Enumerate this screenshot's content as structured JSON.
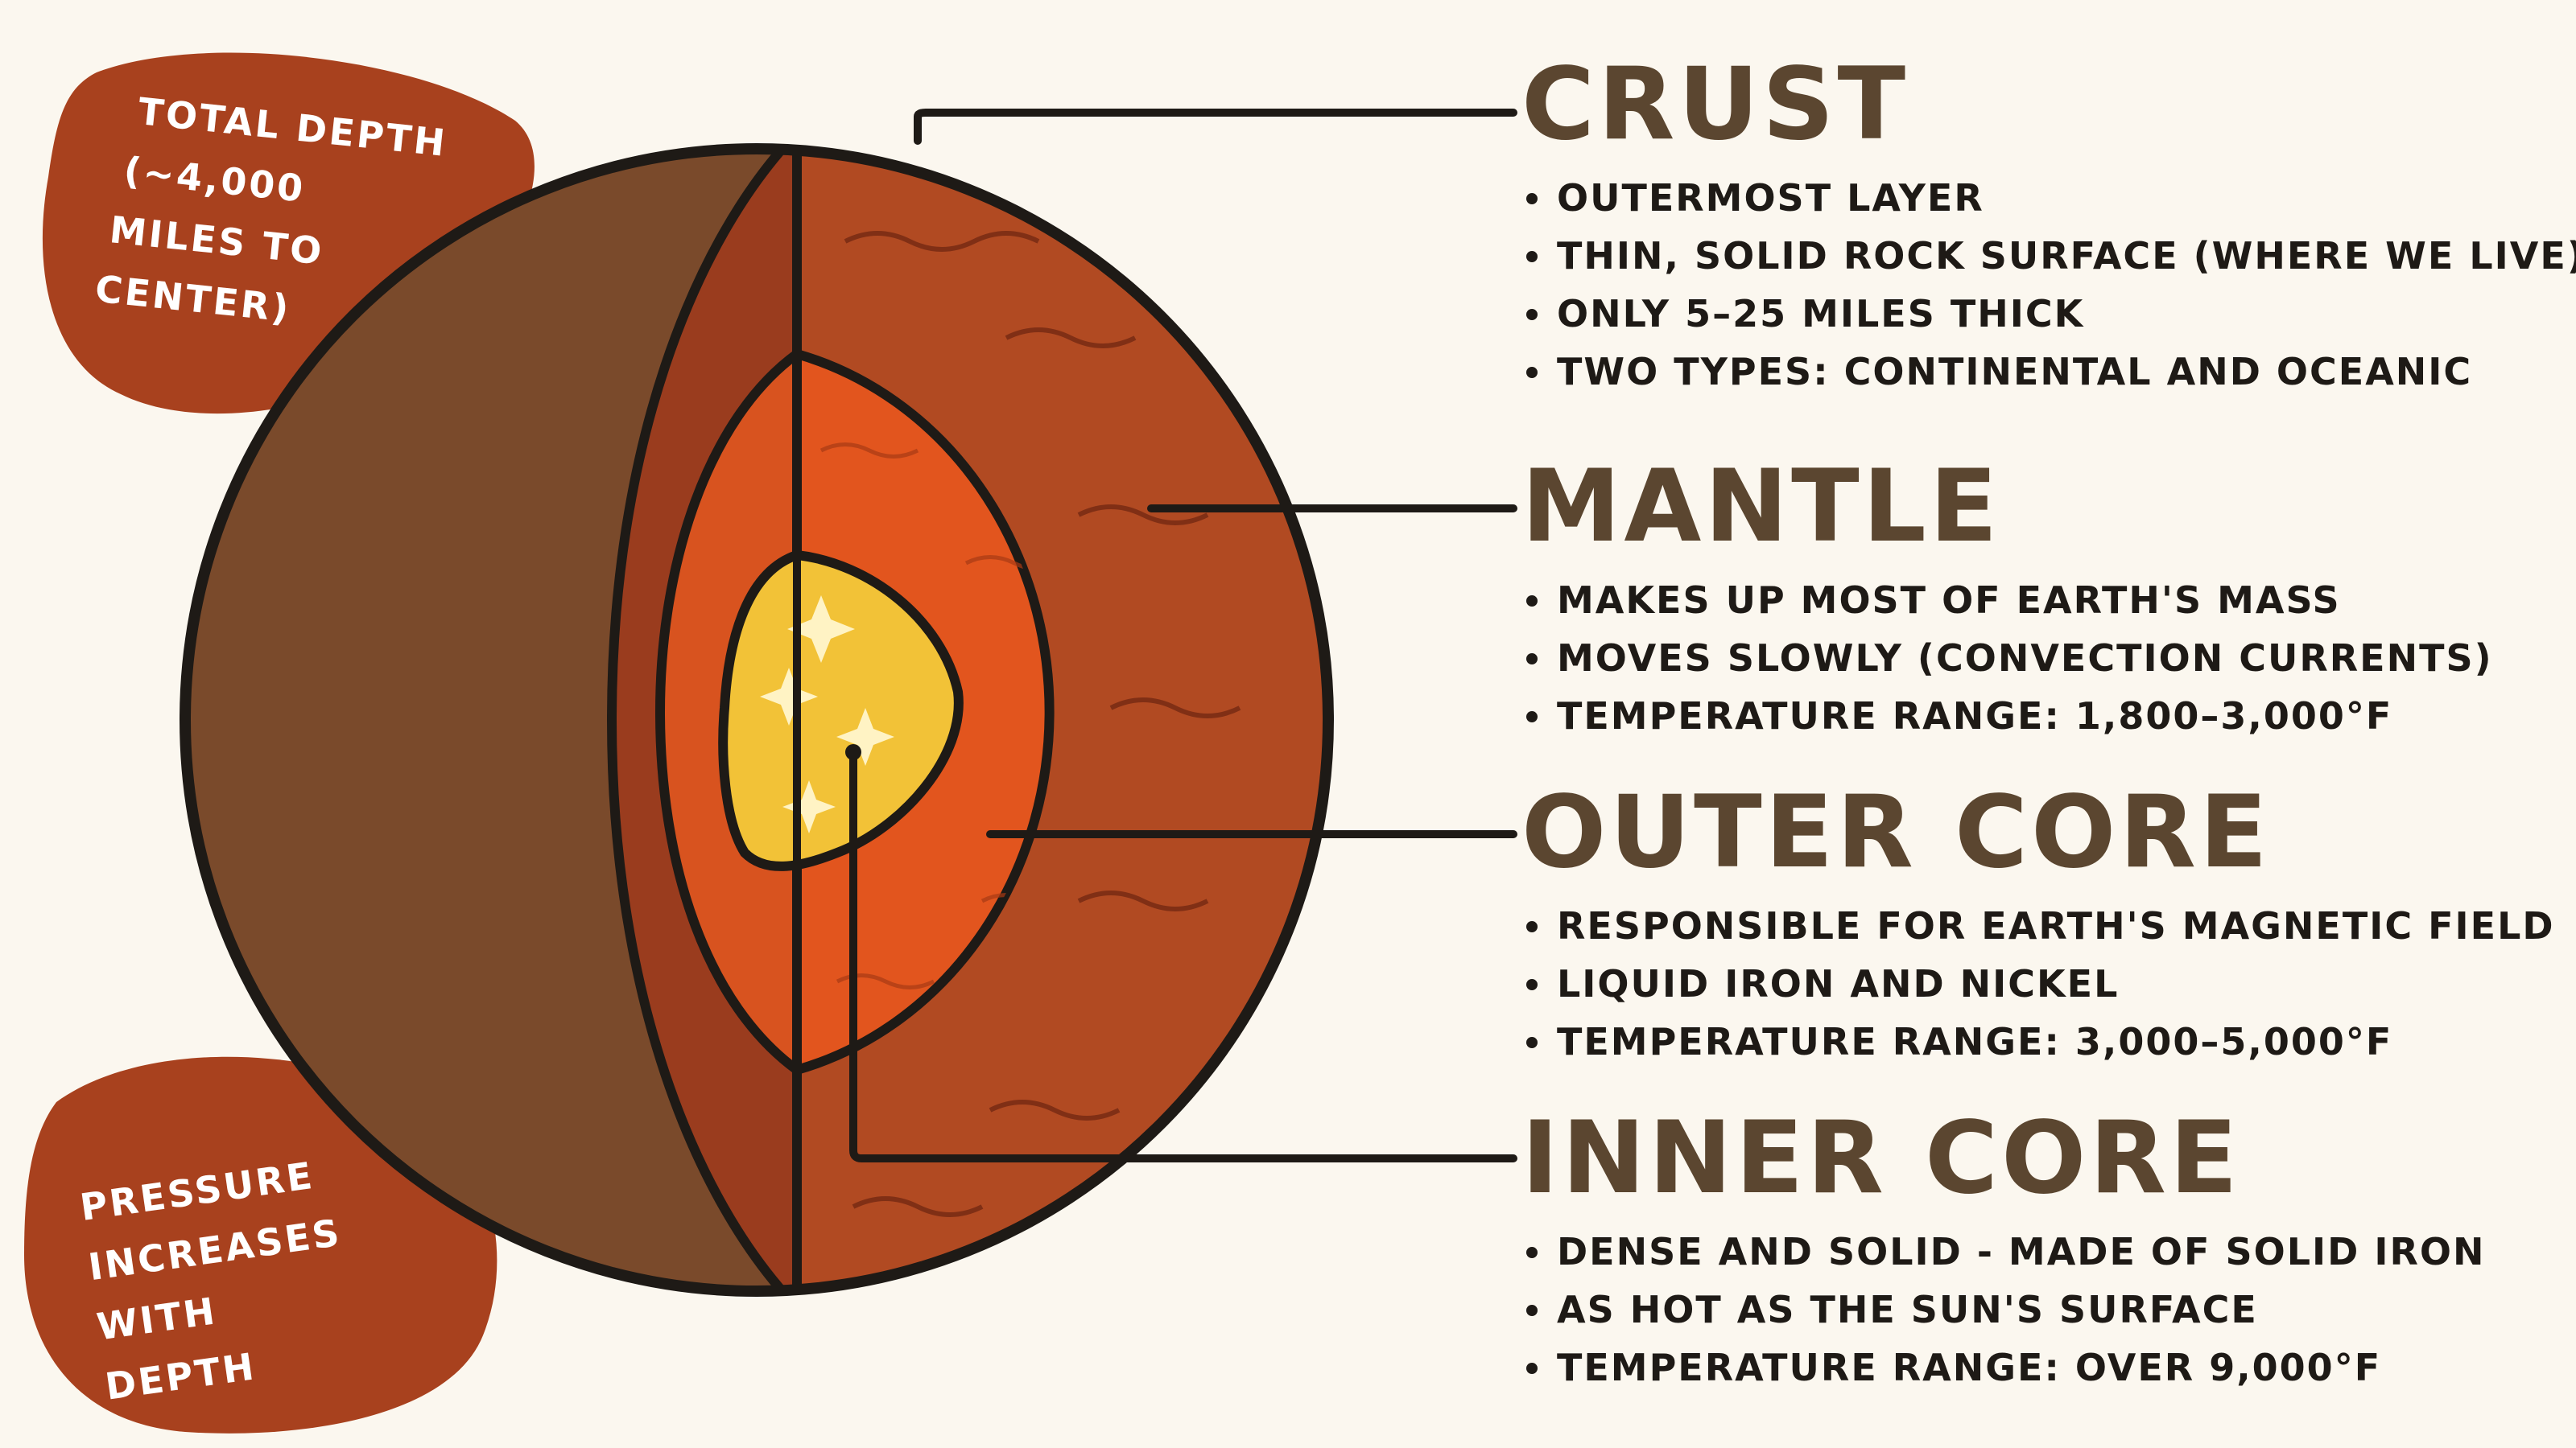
{
  "callouts": {
    "total_depth": [
      "TOTAL DEPTH",
      "(~4,000",
      "MILES TO",
      "CENTER)"
    ],
    "pressure": [
      "PRESSURE",
      "INCREASES",
      "WITH",
      "DEPTH"
    ]
  },
  "layers": [
    {
      "id": "crust",
      "title": "CRUST",
      "bullets": [
        "OUTERMOST LAYER",
        "THIN, SOLID ROCK SURFACE (WHERE WE LIVE)",
        "ONLY 5–25 MILES THICK",
        "TWO TYPES: CONTINENTAL AND OCEANIC"
      ]
    },
    {
      "id": "mantle",
      "title": "MANTLE",
      "bullets": [
        "MAKES UP MOST OF EARTH'S MASS",
        "MOVES SLOWLY (CONVECTION CURRENTS)",
        "TEMPERATURE RANGE: 1,800–3,000°F"
      ]
    },
    {
      "id": "outer-core",
      "title": "OUTER CORE",
      "bullets": [
        "RESPONSIBLE FOR EARTH'S MAGNETIC FIELD",
        "LIQUID IRON AND NICKEL",
        "TEMPERATURE RANGE: 3,000–5,000°F"
      ]
    },
    {
      "id": "inner-core",
      "title": "INNER CORE",
      "bullets": [
        "DENSE AND SOLID - MADE OF SOLID IRON",
        "AS HOT AS THE SUN'S SURFACE",
        "TEMPERATURE RANGE: OVER 9,000°F"
      ]
    }
  ],
  "colors": {
    "background": "#fbf7ef",
    "callout_blob": "#a8411e",
    "ocean": "#4f9bc4",
    "land": "#6d8f3f",
    "crust": "#7a4a2b",
    "mantle": "#b14a22",
    "outer_core": "#e2551e",
    "inner_core": "#f2c237",
    "title_text": "#5b4630",
    "bullet_text": "#1e1a16"
  }
}
